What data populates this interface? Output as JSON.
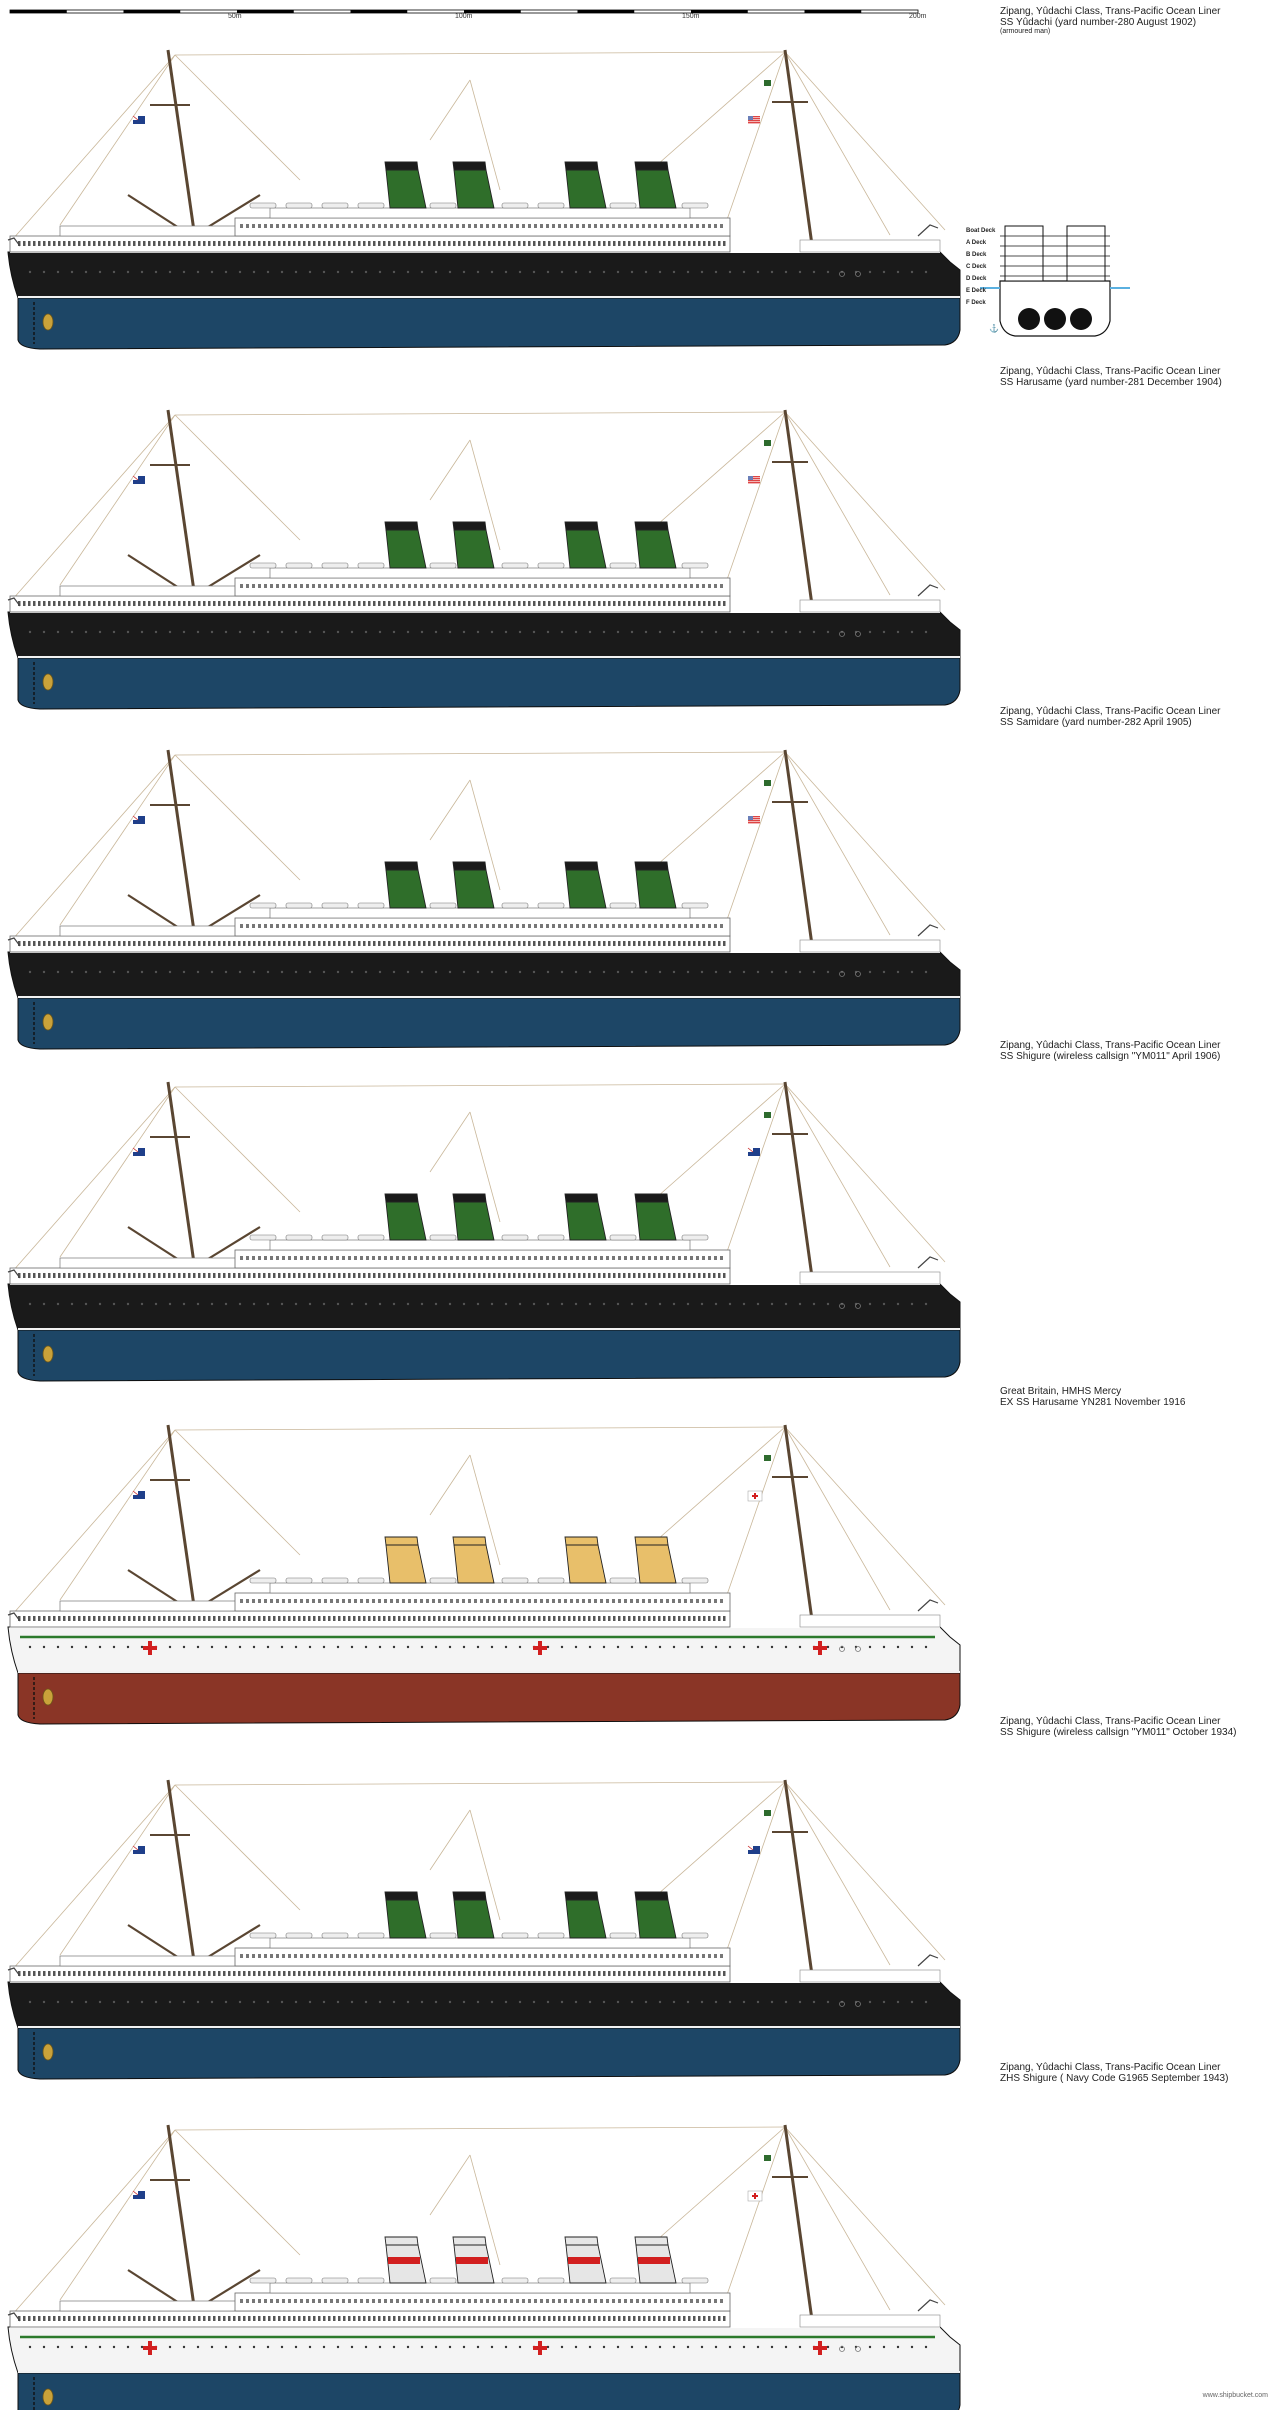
{
  "scale": {
    "ticks": [
      "50m",
      "100m",
      "150m",
      "200m"
    ]
  },
  "ships": [
    {
      "line1": "Zipang, Yûdachi Class, Trans-Pacific Ocean Liner",
      "line2": "SS Yûdachi (yard number-280 August 1902)",
      "note": "(armoured man)",
      "hull_lower": "#1d4666",
      "hull_upper": "#1a1a1a",
      "superstructure": "#ffffff",
      "funnel": "#2f6e2a",
      "funnel_top": "#1a1a1a",
      "stern_flag": "blue-ensign",
      "bow_flag": "us-flag",
      "red_crosses": false
    },
    {
      "line1": "Zipang, Yûdachi Class, Trans-Pacific Ocean Liner",
      "line2": "SS Harusame (yard number-281 December 1904)",
      "note": "",
      "hull_lower": "#1d4666",
      "hull_upper": "#1a1a1a",
      "superstructure": "#ffffff",
      "funnel": "#2f6e2a",
      "funnel_top": "#1a1a1a",
      "stern_flag": "blue-ensign",
      "bow_flag": "us-flag",
      "red_crosses": false
    },
    {
      "line1": "Zipang, Yûdachi Class, Trans-Pacific Ocean Liner",
      "line2": "SS Samidare (yard number-282 April 1905)",
      "note": "",
      "hull_lower": "#1d4666",
      "hull_upper": "#1a1a1a",
      "superstructure": "#ffffff",
      "funnel": "#2f6e2a",
      "funnel_top": "#1a1a1a",
      "stern_flag": "blue-ensign",
      "bow_flag": "us-flag",
      "red_crosses": false
    },
    {
      "line1": "Zipang, Yûdachi Class, Trans-Pacific Ocean Liner",
      "line2": "SS Shigure (wireless callsign \"YM011\" April 1906)",
      "note": "",
      "hull_lower": "#1d4666",
      "hull_upper": "#1a1a1a",
      "superstructure": "#ffffff",
      "funnel": "#2f6e2a",
      "funnel_top": "#1a1a1a",
      "stern_flag": "blue-ensign",
      "bow_flag": "blue-ensign",
      "red_crosses": false
    },
    {
      "line1": "Great Britain, HMHS Mercy",
      "line2": "EX SS Harusame YN281 November 1916",
      "note": "",
      "hull_lower": "#8a3526",
      "hull_upper": "#f4f4f4",
      "superstructure": "#ffffff",
      "funnel": "#e8bf6a",
      "funnel_top": "#e8bf6a",
      "stern_flag": "blue-ensign",
      "bow_flag": "red-cross-flag",
      "red_crosses": true
    },
    {
      "line1": "Zipang, Yûdachi Class, Trans-Pacific Ocean Liner",
      "line2": "SS Shigure (wireless callsign \"YM011\" October 1934)",
      "note": "",
      "hull_lower": "#1d4666",
      "hull_upper": "#1a1a1a",
      "superstructure": "#ffffff",
      "funnel": "#2f6e2a",
      "funnel_top": "#1a1a1a",
      "stern_flag": "blue-ensign",
      "bow_flag": "blue-ensign",
      "red_crosses": false
    },
    {
      "line1": "Zipang, Yûdachi Class, Trans-Pacific Ocean Liner",
      "line2": "ZHS Shigure ( Navy Code G1965 September 1943)",
      "note": "",
      "hull_lower": "#1d4666",
      "hull_upper": "#f4f4f4",
      "superstructure": "#ffffff",
      "funnel": "#e6e6e6",
      "funnel_top": "#e6e6e6",
      "stern_flag": "blue-ensign",
      "bow_flag": "red-cross-flag",
      "red_crosses": true
    }
  ],
  "cross_section": {
    "decks": [
      "Boat Deck",
      "A Deck",
      "B Deck",
      "C Deck",
      "D Deck",
      "E Deck",
      "F Deck"
    ]
  },
  "credit": "www.shipbucket.com",
  "colors": {
    "green_stripe": "#2c7a2c",
    "red_cross": "#d21f1f",
    "mast": "#5a4632",
    "rigging": "#c9b79a",
    "propeller": "#c9a23a"
  }
}
